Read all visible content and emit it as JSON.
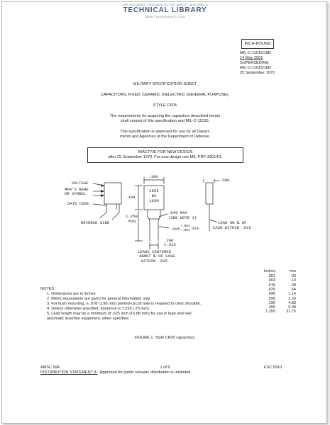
{
  "header": {
    "top_line": "THE DOCUMENT PROVIDED BY THE ABBOTT AEROSPACE",
    "title": "TECHNICAL LIBRARY",
    "url": "ABBOTTAEROSPACE.COM"
  },
  "inch_pound": "INCH-POUND",
  "doc_ids": {
    "current": "MIL-C-11015/18E",
    "date": "14 May 2001",
    "superseding": "SUPERSEDING",
    "previous": "MIL-C-11015/18D",
    "prev_date": "25 September 1970"
  },
  "title_block": {
    "sheet": "MILITARY SPECIFICATION SHEET",
    "subject": "CAPACITORS, FIXED, CERAMIC DIELECTRIC (GENERAL PURPOSE),",
    "style": "STYLE CK05"
  },
  "intro": {
    "line1": "The requirements for acquiring the capacitors described herein",
    "line2": "shall consist of this specification and MIL-C-11015.",
    "line3": "This specification is approved for use by all Depart-",
    "line4": "ments and Agencies of the Department of Defense."
  },
  "inactive": {
    "title": "INACTIVE FOR NEW DESIGN",
    "text": "after 25 September 1970.  For new design use MIL-PRF-39014/1."
  },
  "drawing": {
    "voltage": "VOLTAGE",
    "mfr1": "MFR'S NAME",
    "mfr2": "OR SYMBOL",
    "date_code": "DATE CODE",
    "reverse": "REVERSE SIDE",
    "dim_190_top": ".190",
    "dim_190_side": ".190",
    "dim_1250": "1.250",
    "dim_min": "MIN",
    "mark1": "CK05",
    "mark2": "BX",
    "mark3": "103M",
    "max1": ".045 MAX",
    "max2": "(SEE NOTE 3)",
    "dia_main": ".025",
    "dia_tol1": "+.004",
    "dia_tol2": "-.001",
    "dia": "DIA",
    "dim_200": ".200",
    "dim_pm015": "±.015",
    "leads1": "LEADS CENTERED",
    "leads2": "ABOUT ℄ OF CASE",
    "leads3": "WITHIN .015",
    "dim_090": ".090",
    "lead_on1": "LEAD ON ℄ OF",
    "lead_on2": "CASE WITHIN .015"
  },
  "conversion": {
    "headers": [
      "Inches",
      "mm"
    ],
    "rows": [
      [
        ".001",
        ".03"
      ],
      [
        ".004",
        ".10"
      ],
      [
        ".015",
        ".38"
      ],
      [
        ".025",
        ".64"
      ],
      [
        ".045",
        "1.14"
      ],
      [
        ".090",
        "2.29"
      ],
      [
        ".190",
        "4.83"
      ],
      [
        ".200",
        "5.08"
      ],
      [
        "1.250",
        "31.75"
      ]
    ]
  },
  "notes": {
    "heading": "NOTES:",
    "items": [
      "1.  Dimensions are in inches.",
      "2.  Metric equivalents are given for general information only.",
      "3.  For flush mounting, a .078 (1.98 mm) printed-circuit hole is required to clear shoulder.",
      "4.  Unless otherwise specified, tolerance is ±.010 (.25 mm).",
      "5.  Lead length may be a minimum of .625 inch (15.88 mm) for use in tape and reel",
      "     automatic insertion equipment, when specified."
    ]
  },
  "figure_caption": "FIGURE 1.  Style CK05 capacitors.",
  "footer": {
    "amsc": "AMSC N/A",
    "page": "1 of 6",
    "fsc": "FSC 5910",
    "dist_label": "DISTRIBUTION STATEMENT A.",
    "dist_text": "Approved for public release; distribution is unlimited."
  }
}
